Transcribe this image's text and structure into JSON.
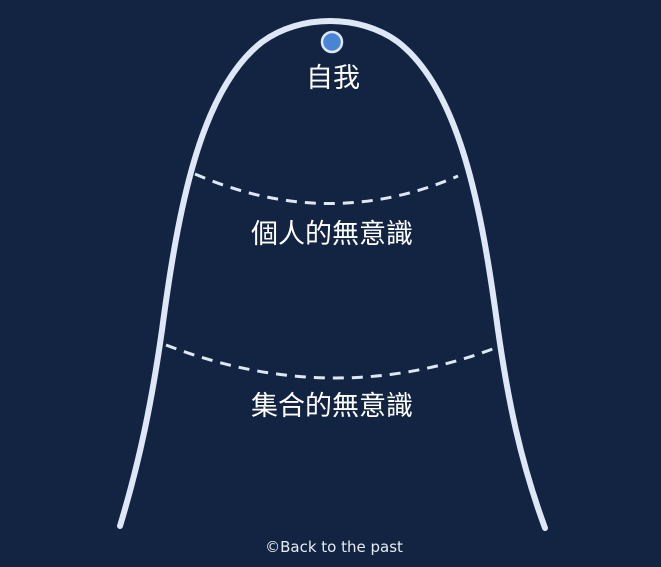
{
  "diagram": {
    "title": "",
    "background_color": "#122442",
    "curve_color": "#dde7f5",
    "circle_fill": "#4a84d4",
    "circle_stroke": "#dde7f5",
    "layers": [
      {
        "id": "ego",
        "label": "自我"
      },
      {
        "id": "personal-unconscious",
        "label": "個人的無意識"
      },
      {
        "id": "collective-unconscious",
        "label": "集合的無意識"
      }
    ],
    "credit": "©Back to the past"
  }
}
